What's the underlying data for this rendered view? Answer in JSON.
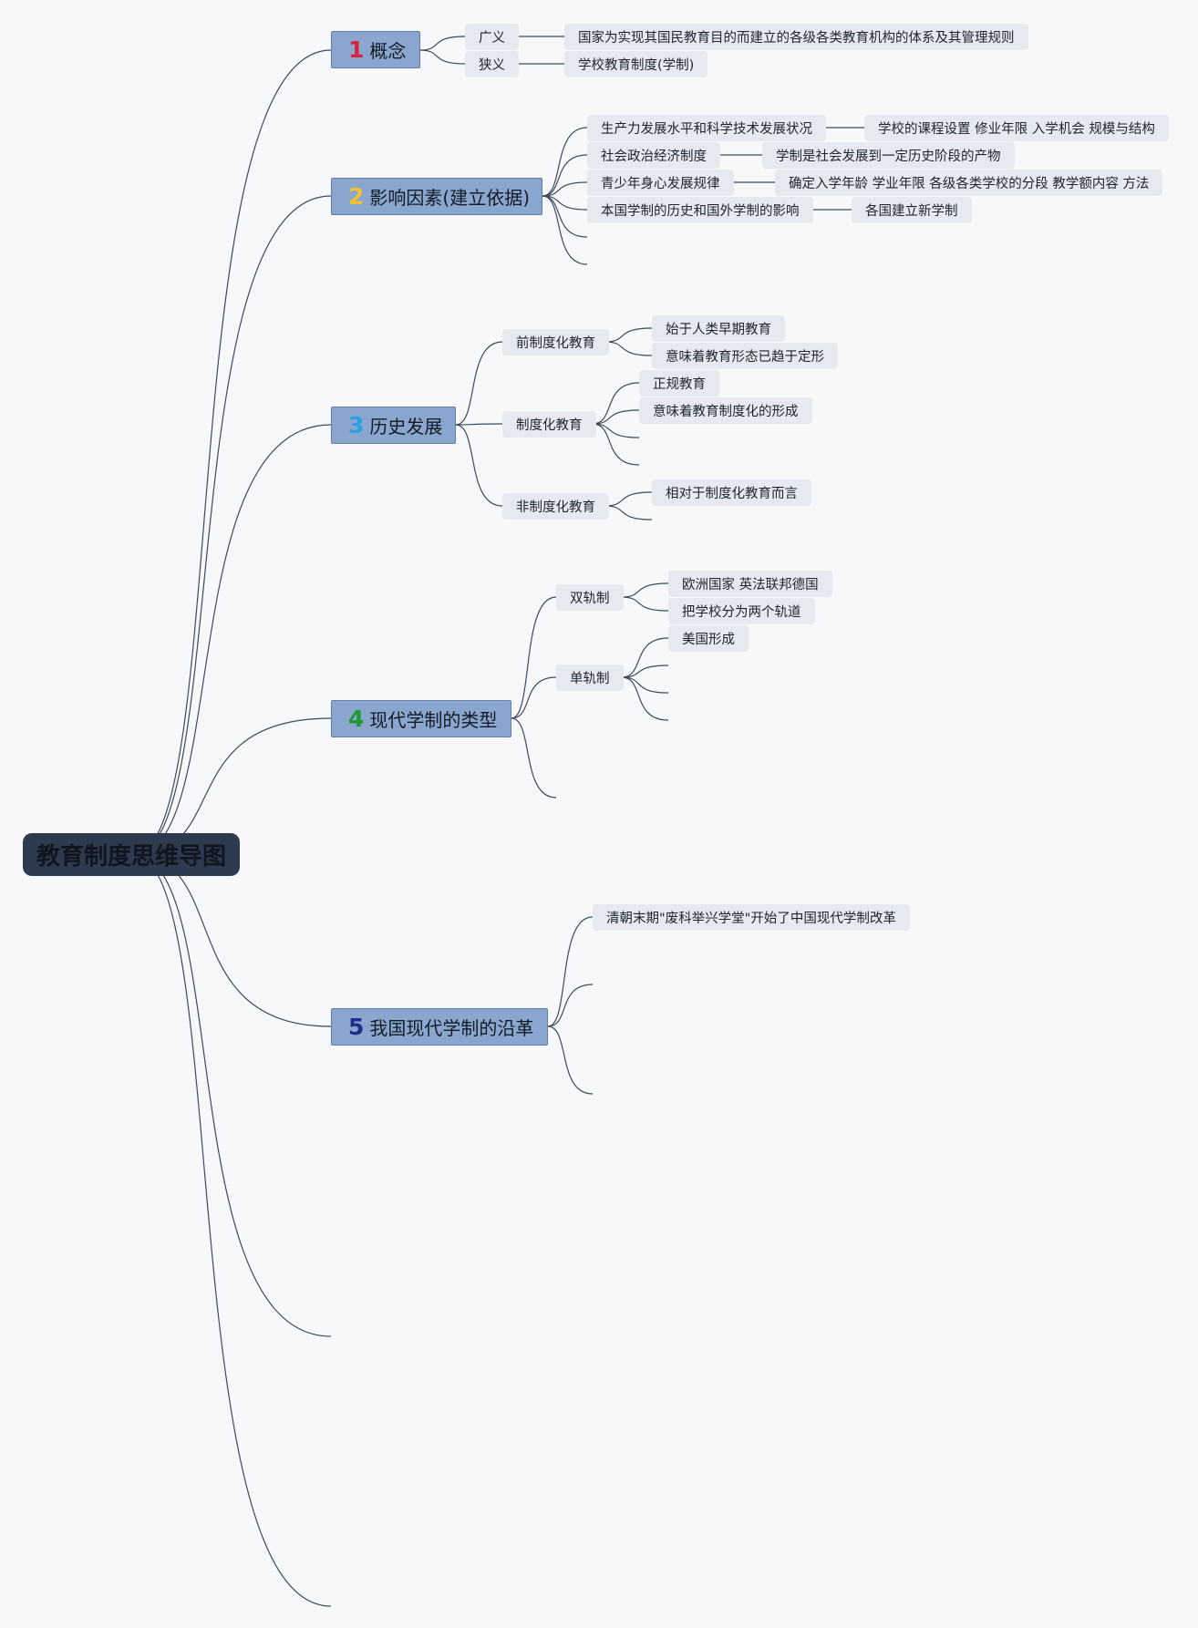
{
  "root": {
    "label": "教育制度思维导图"
  },
  "branches": [
    {
      "num": "1",
      "num_color": "#d6243d",
      "label": "概念",
      "children": [
        {
          "label": "广义",
          "children": [
            {
              "label": "国家为实现其国民教育目的而建立的各级各类教育机构的体系及其管理规则"
            }
          ]
        },
        {
          "label": "狭义",
          "children": [
            {
              "label": "学校教育制度(学制)"
            }
          ]
        }
      ]
    },
    {
      "num": "2",
      "num_color": "#f2c230",
      "label": "影响因素(建立依据)",
      "children": [
        {
          "label": "生产力发展水平和科学技术发展状况",
          "children": [
            {
              "label": "学校的课程设置 修业年限 入学机会 规模与结构"
            }
          ]
        },
        {
          "label": "社会政治经济制度",
          "children": [
            {
              "label": "学制是社会发展到一定历史阶段的产物"
            }
          ]
        },
        {
          "label": "青少年身心发展规律",
          "children": [
            {
              "label": "确定入学年龄 学业年限 各级各类学校的分段 教学额内容 方法"
            }
          ]
        },
        {
          "label": "本国学制的历史和国外学制的影响",
          "children": [
            {
              "label": "各国建立新学制"
            }
          ]
        }
      ]
    },
    {
      "num": "3",
      "num_color": "#29a3e0",
      "label": "历史发展",
      "children": [
        {
          "label": "前制度化教育",
          "children": [
            {
              "label": "始于人类早期教育"
            },
            {
              "label": "意味着教育形态已趋于定形"
            }
          ]
        },
        {
          "label": "制度化教育",
          "children": [
            {
              "label": "正规教育"
            },
            {
              "label": "意味着教育制度化的形成"
            }
          ]
        },
        {
          "label": "非制度化教育",
          "children": [
            {
              "label": "相对于制度化教育而言"
            }
          ]
        }
      ]
    },
    {
      "num": "4",
      "num_color": "#1f9a32",
      "label": "现代学制的类型",
      "children": [
        {
          "label": "双轨制",
          "children": [
            {
              "label": "欧洲国家 英法联邦德国"
            },
            {
              "label": "把学校分为两个轨道"
            }
          ]
        },
        {
          "label": "单轨制",
          "children": [
            {
              "label": "美国形成"
            }
          ]
        }
      ]
    },
    {
      "num": "5",
      "num_color": "#1a2f8c",
      "label": "我国现代学制的沿革",
      "children": [
        {
          "label": "清朝末期\"废科举兴学堂\"开始了中国现代学制改革"
        }
      ]
    }
  ]
}
